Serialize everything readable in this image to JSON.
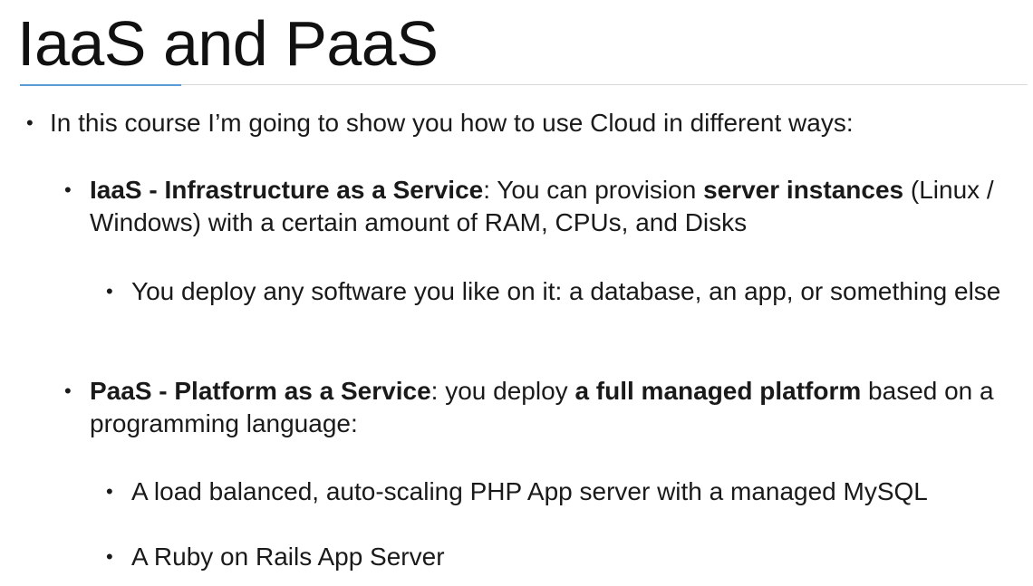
{
  "title": "IaaS and PaaS",
  "intro": "In this course I’m going to show you how to use Cloud in different ways:",
  "iaas": {
    "name": "IaaS - Infrastructure as a Service",
    "text_1": ": You can provision ",
    "bold_2": "server instances",
    "text_2": " (Linux / Windows) with a certain amount of RAM, CPUs, and Disks",
    "sub_items": [
      "You deploy any software you like on it: a database, an app, or something else"
    ]
  },
  "paas": {
    "name": "PaaS - Platform as a Service",
    "text_1": ": you deploy ",
    "bold_2": "a full managed platform",
    "text_2": " based on a programming language:",
    "sub_items": [
      "A load balanced, auto-scaling PHP App server with a managed MySQL",
      "A Ruby on Rails App Server"
    ]
  },
  "bullet_glyph": "•",
  "colors": {
    "title_rule_accent": "#5b9bd5",
    "title_rule": "#d9d9d9",
    "text": "#1a1a1a"
  }
}
